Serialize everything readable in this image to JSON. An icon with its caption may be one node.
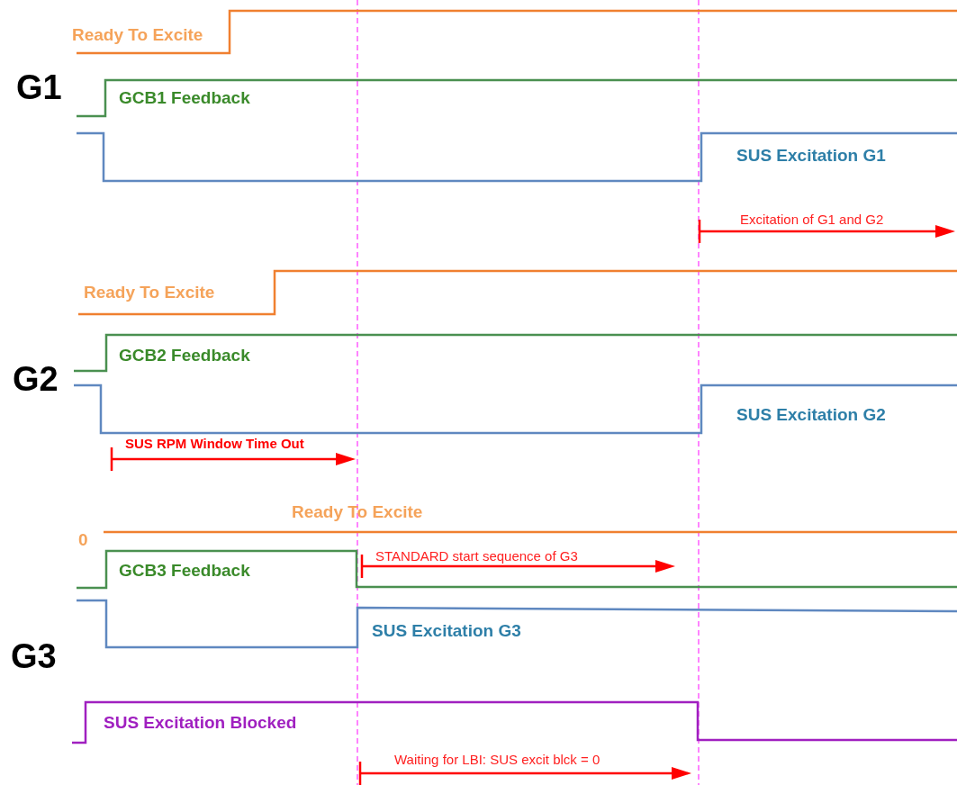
{
  "diagram": {
    "labels": [
      "Ready To Excite",
      "G1",
      "GCB1 Feedback",
      "SUS Excitation G1",
      "Excitation of G1 and G2",
      "Ready To Excite",
      "GCB2 Feedback",
      "G2",
      "SUS Excitation G2",
      "SUS RPM Window Time Out",
      "Ready To Excite",
      "0",
      "GCB3 Feedback",
      "STANDARD start sequence of G3",
      "SUS Excitation G3",
      "G3",
      "SUS Excitation Blocked",
      "Waiting for LBI: SUS excit blck = 0"
    ]
  }
}
